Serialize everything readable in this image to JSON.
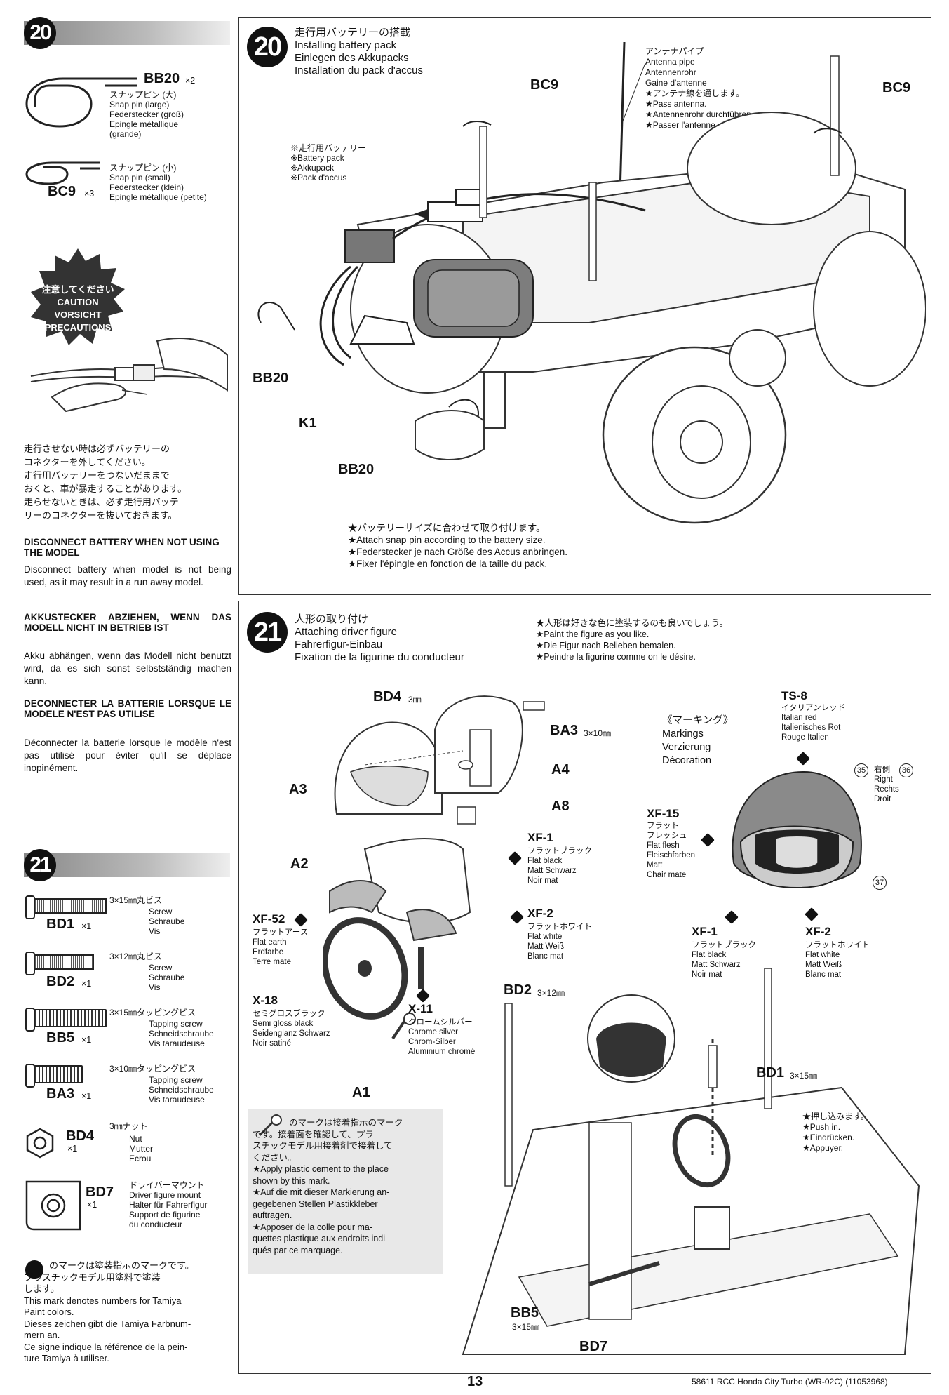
{
  "left": {
    "step20_num": "20",
    "bb20": {
      "code": "BB20",
      "qty": "×2",
      "desc": "スナップピン (大)\nSnap pin (large)\nFederstecker (groß)\nEpingle métallique\n(grande)"
    },
    "bc9": {
      "code": "BC9",
      "qty": "×3",
      "desc": "スナップピン (小)\nSnap pin (small)\nFederstecker (klein)\nEpingle métallique (petite)"
    },
    "caution_badge": "注意してください\nCAUTION\nVORSICHT\nPRECAUTIONS",
    "caution_jp": "走行させない時は必ずバッテリーの\nコネクターを外してください。\n走行用バッテリーをつないだままで\nおくと、車が暴走することがあります。\n走らせないときは、必ず走行用バッテ\nリーのコネクターを抜いておきます。",
    "en_title": "DISCONNECT BATTERY WHEN NOT USING THE MODEL",
    "en_body": "Disconnect battery when model is not being used, as it may result in a run away model.",
    "de_title": "AKKUSTECKER ABZIEHEN, WENN DAS MODELL NICHT IN BETRIEB IST",
    "de_body": "Akku abhängen, wenn das Modell nicht benutzt wird, da es sich sonst selbstständig machen kann.",
    "fr_title": "DECONNECTER LA BATTERIE LORSQUE LE MODELE N'EST PAS UTILISE",
    "fr_body": "Déconnecter la batterie lorsque le modèle n'est pas utilisé pour éviter qu'il se déplace inopinément.",
    "step21_num": "21",
    "bd1": {
      "code": "BD1",
      "qty": "×1",
      "size": "3×15㎜丸ビス",
      "desc": "Screw\nSchraube\nVis"
    },
    "bd2": {
      "code": "BD2",
      "qty": "×1",
      "size": "3×12㎜丸ビス",
      "desc": "Screw\nSchraube\nVis"
    },
    "bb5": {
      "code": "BB5",
      "qty": "×1",
      "size": "3×15㎜タッピングビス",
      "desc": "Tapping screw\nSchneidschraube\nVis taraudeuse"
    },
    "ba3": {
      "code": "BA3",
      "qty": "×1",
      "size": "3×10㎜タッピングビス",
      "desc": "Tapping screw\nSchneidschraube\nVis taraudeuse"
    },
    "bd4": {
      "code": "BD4",
      "qty": "×1",
      "size": "3㎜ナット",
      "desc": "Nut\nMutter\nEcrou"
    },
    "bd7": {
      "code": "BD7",
      "qty": "×1",
      "desc": "ドライバーマウント\nDriver figure mount\nHalter für Fahrerfigur\nSupport de figurine\ndu conducteur"
    },
    "paint_note": "のマークは塗装指示のマークです。\nプラスチックモデル用塗料で塗装\nします。\nThis mark denotes numbers for Tamiya\nPaint colors.\nDieses zeichen gibt die Tamiya Farbnum-\nmern an.\nCe signe indique la référence de la pein-\nture Tamiya à utiliser."
  },
  "step20": {
    "num": "20",
    "title": "走行用バッテリーの搭載\nInstalling battery pack\nEinlegen des Akkupacks\nInstallation du pack d'accus",
    "antenna": "アンテナパイプ\nAntenna pipe\nAntennenrohr\nGaine d'antenne\n★アンテナ線を通します。\n★Pass antenna.\n★Antennenrohr durchführen.\n★Passer l'antenne.",
    "battery": "※走行用バッテリー\n※Battery pack\n※Akkupack\n※Pack d'accus",
    "bc9_left": "BC9",
    "bc9_right": "BC9",
    "bb20_left": "BB20",
    "bb20_bottom": "BB20",
    "k1": "K1",
    "note": "★バッテリーサイズに合わせて取り付けます。\n★Attach snap pin according to the battery size.\n★Federstecker je nach Größe des Accus anbringen.\n★Fixer l'épingle en fonction de la taille du pack."
  },
  "step21": {
    "num": "21",
    "title": "人形の取り付け\nAttaching driver figure\nFahrerfigur-Einbau\nFixation de la figurine du conducteur",
    "paint_tip": "★人形は好きな色に塗装するのも良いでしょう。\n★Paint the figure as you like.\n★Die Figur nach Belieben bemalen.\n★Peindre la figurine comme on le désire.",
    "bd4": "BD4",
    "bd4_size": "3㎜",
    "ba3": "BA3",
    "ba3_size": "3×10㎜",
    "a1": "A1",
    "a2": "A2",
    "a3": "A3",
    "a4": "A4",
    "a8": "A8",
    "bd2": "BD2",
    "bd2_size": "3×12㎜",
    "xf1_a": "XF-1",
    "xf1_a_desc": "フラットブラック\nFlat black\nMatt Schwarz\nNoir mat",
    "xf2_a": "XF-2",
    "xf2_a_desc": "フラットホワイト\nFlat white\nMatt Weiß\nBlanc mat",
    "xf52": "XF-52",
    "xf52_desc": "フラットアース\nFlat earth\nErdfarbe\nTerre mate",
    "x18": "X-18",
    "x18_desc": "セミグロスブラック\nSemi gloss black\nSeidenglanz Schwarz\nNoir satiné",
    "x11": "X-11",
    "x11_desc": "クロームシルバー\nChrome silver\nChrom-Silber\nAluminium chromé",
    "ts8": "TS-8",
    "ts8_desc": "イタリアンレッド\nItalian red\nItalienisches Rot\nRouge Italien",
    "markings": "《マーキング》\nMarkings\nVerzierung\nDécoration",
    "decal_35": "35",
    "decal_36": "36",
    "decal_37": "37",
    "right_side": "右側\nRight\nRechts\nDroit",
    "xf15": "XF-15",
    "xf15_desc": "フラット\nフレッシュ\nFlat flesh\nFleischfarben\nMatt\nChair mate",
    "xf1_b": "XF-1",
    "xf1_b_desc": "フラットブラック\nFlat black\nMatt Schwarz\nNoir mat",
    "xf2_b": "XF-2",
    "xf2_b_desc": "フラットホワイト\nFlat white\nMatt Weiß\nBlanc mat",
    "cement_note": "のマークは接着指示のマーク\nです。接着面を確認して、プラ\nスチックモデル用接着剤で接着して\nください。\n★Apply plastic cement to the place\nshown by this mark.\n★Auf die mit dieser Markierung an-\ngegebenen Stellen Plastikkleber\nauftragen.\n★Apposer de la colle pour ma-\nquettes plastique aux endroits indi-\nqués par ce marquage.",
    "bd1": "BD1",
    "bd1_size": "3×15㎜",
    "push": "★押し込みます。\n★Push in.\n★Eindrücken.\n★Appuyer.",
    "bb5": "BB5",
    "bb5_size": "3×15㎜",
    "bd7": "BD7"
  },
  "footer": {
    "page": "13",
    "ref": "58611 RCC Honda City Turbo (WR-02C) (11053968)"
  },
  "colors": {
    "ts8_red": "#8a8a8a",
    "ink": "#111111"
  },
  "icons": [
    "paint-mark-icon",
    "cement-mark-icon",
    "caution-badge-icon"
  ]
}
